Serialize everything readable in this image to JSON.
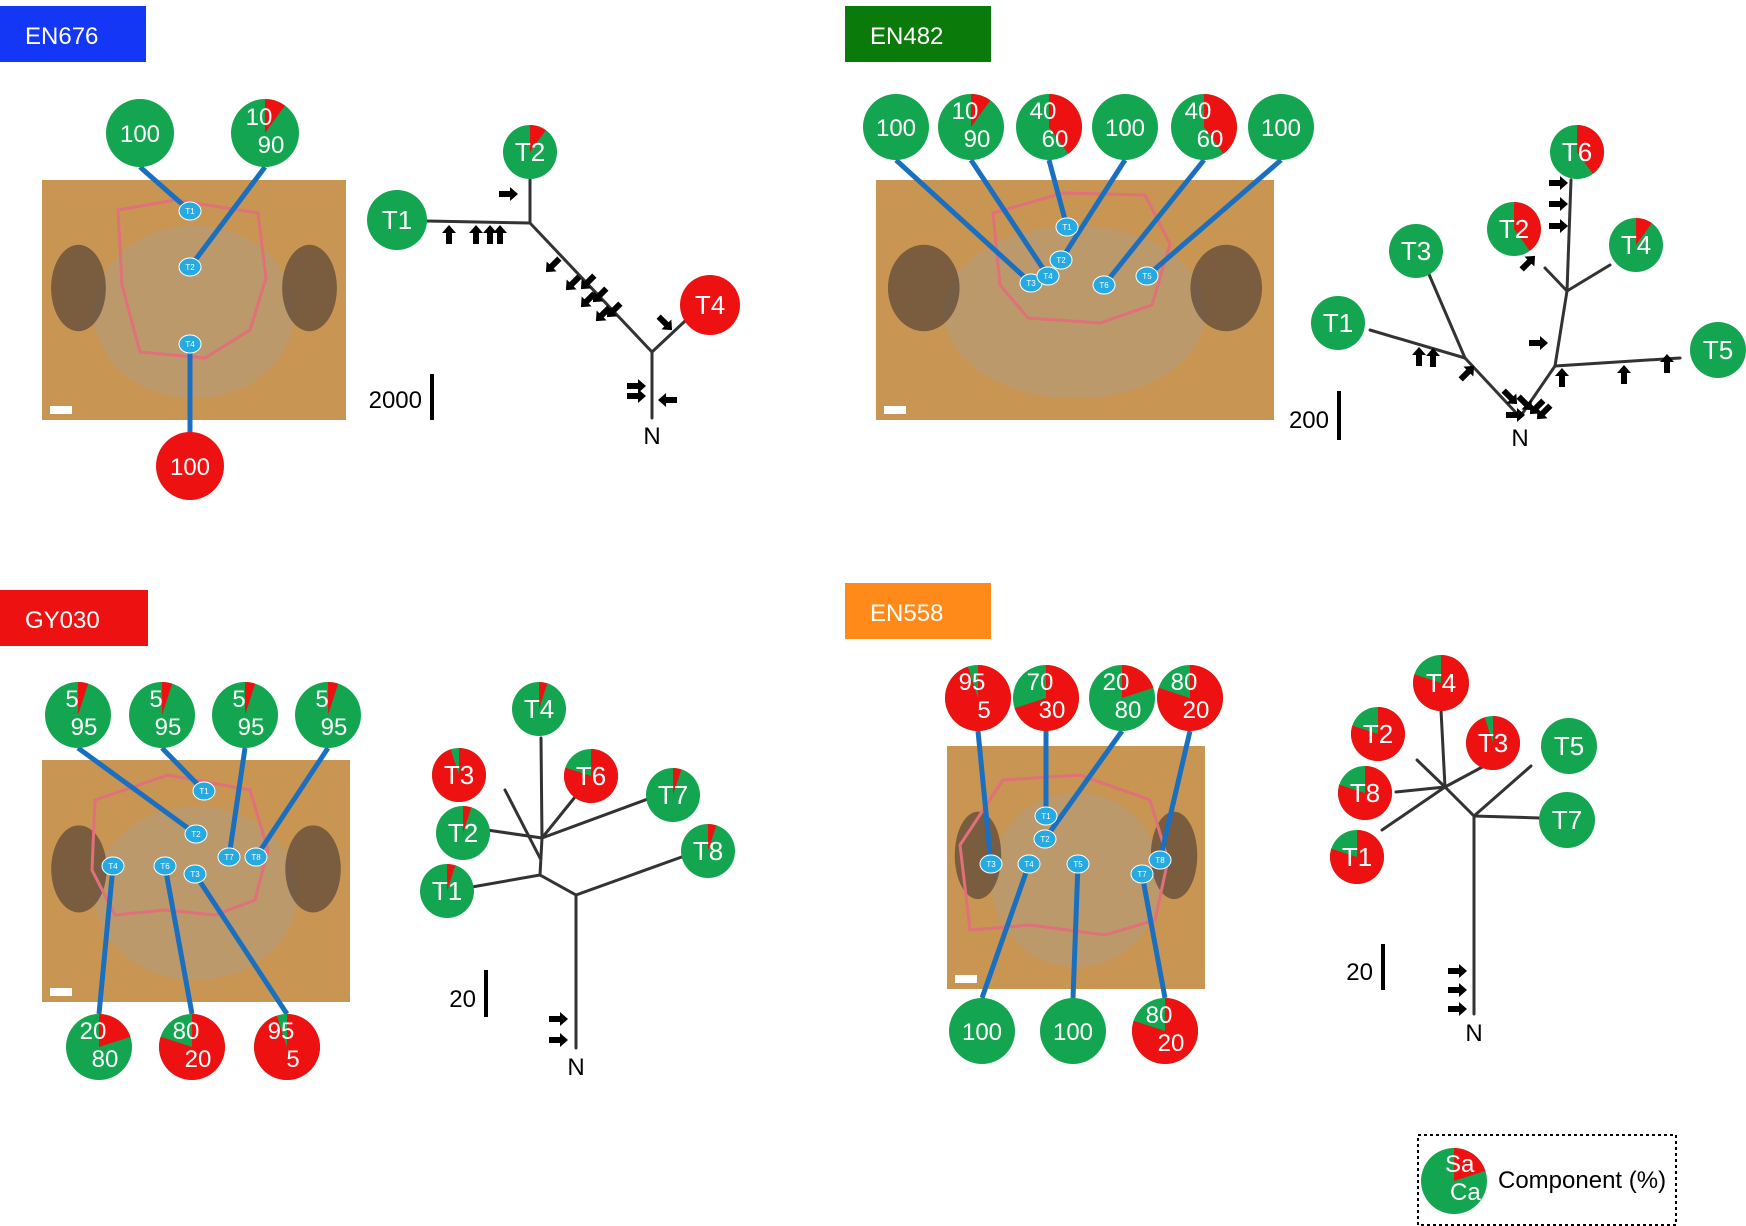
{
  "colors": {
    "sarcoma": "#ee1111",
    "carcinoma": "#13a54f",
    "connector": "#1b6fbf",
    "badge": "#27a9e1",
    "tissue": "#c99552",
    "tumor_outline": "#e0707a",
    "tree": "#333333"
  },
  "legend": {
    "sa_label": "Sa",
    "ca_label": "Ca",
    "text": "Component (%)"
  },
  "panels": [
    {
      "label": "EN676",
      "label_color": "#1436f5",
      "scale_bar": "2000",
      "root_label": "N",
      "regions": [
        {
          "name": "T1",
          "sa": 0,
          "sa_text": "",
          "ca_text": "100"
        },
        {
          "name": "T2",
          "sa": 10,
          "sa_text": "10",
          "ca_text": "90"
        },
        {
          "name": "T4",
          "sa": 100,
          "sa_text": "100",
          "ca_text": ""
        }
      ],
      "tree_leaves": [
        {
          "label": "T1",
          "sa": 0
        },
        {
          "label": "T2",
          "sa": 10
        },
        {
          "label": "T4",
          "sa": 100
        }
      ]
    },
    {
      "label": "EN482",
      "label_color": "#0a7a0a",
      "scale_bar": "200",
      "root_label": "N",
      "regions": [
        {
          "name": "T3",
          "sa": 0,
          "sa_text": "",
          "ca_text": "100"
        },
        {
          "name": "T4",
          "sa": 10,
          "sa_text": "10",
          "ca_text": "90"
        },
        {
          "name": "T1",
          "sa": 40,
          "sa_text": "40",
          "ca_text": "60"
        },
        {
          "name": "T2",
          "sa": 0,
          "sa_text": "",
          "ca_text": "100"
        },
        {
          "name": "T6",
          "sa": 40,
          "sa_text": "40",
          "ca_text": "60"
        },
        {
          "name": "T5",
          "sa": 0,
          "sa_text": "",
          "ca_text": "100"
        }
      ],
      "tree_leaves": [
        {
          "label": "T6",
          "sa": 40
        },
        {
          "label": "T2",
          "sa": 40
        },
        {
          "label": "T4",
          "sa": 10
        },
        {
          "label": "T3",
          "sa": 0
        },
        {
          "label": "T1",
          "sa": 0
        },
        {
          "label": "T5",
          "sa": 0
        }
      ]
    },
    {
      "label": "GY030",
      "label_color": "#ee1111",
      "scale_bar": "20",
      "root_label": "N",
      "regions": [
        {
          "name": "T2",
          "sa": 5,
          "sa_text": "5",
          "ca_text": "95"
        },
        {
          "name": "T1",
          "sa": 5,
          "sa_text": "5",
          "ca_text": "95"
        },
        {
          "name": "T7",
          "sa": 5,
          "sa_text": "5",
          "ca_text": "95"
        },
        {
          "name": "T8",
          "sa": 5,
          "sa_text": "5",
          "ca_text": "95"
        },
        {
          "name": "T4",
          "sa": 20,
          "sa_text": "20",
          "ca_text": "80"
        },
        {
          "name": "T6",
          "sa": 80,
          "sa_text": "80",
          "ca_text": "20"
        },
        {
          "name": "T3",
          "sa": 95,
          "sa_text": "95",
          "ca_text": "5"
        }
      ],
      "tree_leaves": [
        {
          "label": "T4",
          "sa": 5
        },
        {
          "label": "T3",
          "sa": 95
        },
        {
          "label": "T6",
          "sa": 80
        },
        {
          "label": "T2",
          "sa": 5
        },
        {
          "label": "T7",
          "sa": 5
        },
        {
          "label": "T8",
          "sa": 5
        },
        {
          "label": "T1",
          "sa": 5
        }
      ]
    },
    {
      "label": "EN558",
      "label_color": "#ff8a1a",
      "scale_bar": "20",
      "root_label": "N",
      "regions": [
        {
          "name": "T3",
          "sa": 95,
          "sa_text": "95",
          "ca_text": "5"
        },
        {
          "name": "T1",
          "sa": 70,
          "sa_text": "70",
          "ca_text": "30"
        },
        {
          "name": "T2",
          "sa": 20,
          "sa_text": "20",
          "ca_text": "80"
        },
        {
          "name": "T8",
          "sa": 80,
          "sa_text": "80",
          "ca_text": "20"
        },
        {
          "name": "T4",
          "sa": 0,
          "sa_text": "",
          "ca_text": "100"
        },
        {
          "name": "T5",
          "sa": 0,
          "sa_text": "",
          "ca_text": "100"
        },
        {
          "name": "T7",
          "sa": 80,
          "sa_text": "80",
          "ca_text": "20"
        }
      ],
      "tree_leaves": [
        {
          "label": "T4",
          "sa": 80
        },
        {
          "label": "T2",
          "sa": 80
        },
        {
          "label": "T3",
          "sa": 95
        },
        {
          "label": "T5",
          "sa": 0
        },
        {
          "label": "T8",
          "sa": 80
        },
        {
          "label": "T7",
          "sa": 0
        },
        {
          "label": "T1",
          "sa": 80
        }
      ]
    }
  ]
}
